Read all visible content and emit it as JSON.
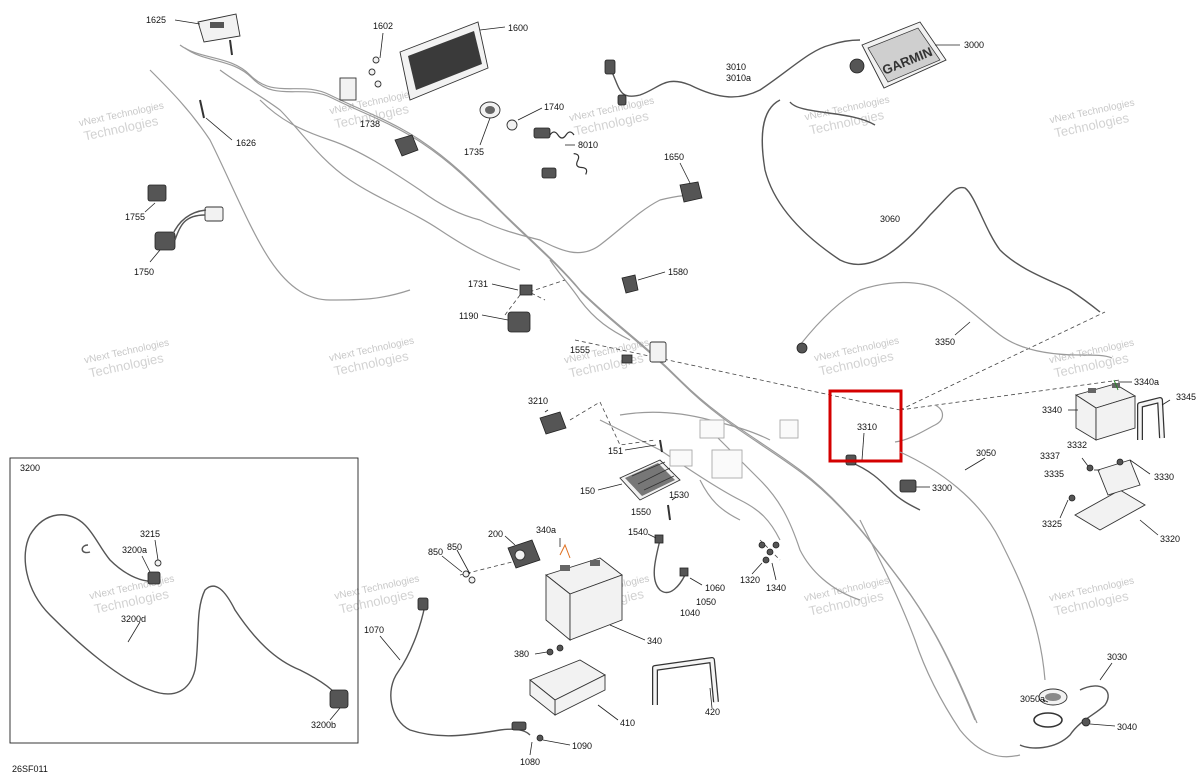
{
  "figure_code": "26SF011",
  "watermark": {
    "line1": "vNext Technologies",
    "line2": "Technologies"
  },
  "brand_text": "GARMIN",
  "inset_label": "3200",
  "highlight_color": "#d40000",
  "accent_color": "#e07020",
  "callouts": [
    {
      "id": "c1625",
      "text": "1625"
    },
    {
      "id": "c1602",
      "text": "1602"
    },
    {
      "id": "c1600",
      "text": "1600"
    },
    {
      "id": "c3010",
      "text": "3010"
    },
    {
      "id": "c3010a",
      "text": "3010a"
    },
    {
      "id": "c3000",
      "text": "3000"
    },
    {
      "id": "c1626",
      "text": "1626"
    },
    {
      "id": "c1738",
      "text": "1738"
    },
    {
      "id": "c1740",
      "text": "1740"
    },
    {
      "id": "c1735",
      "text": "1735"
    },
    {
      "id": "c8010",
      "text": "8010"
    },
    {
      "id": "c1650",
      "text": "1650"
    },
    {
      "id": "c1755",
      "text": "1755"
    },
    {
      "id": "c1750",
      "text": "1750"
    },
    {
      "id": "c3060",
      "text": "3060"
    },
    {
      "id": "c1580",
      "text": "1580"
    },
    {
      "id": "c1731",
      "text": "1731"
    },
    {
      "id": "c1190",
      "text": "1190"
    },
    {
      "id": "c3350",
      "text": "3350"
    },
    {
      "id": "c1555",
      "text": "1555"
    },
    {
      "id": "c3340a",
      "text": "3340a"
    },
    {
      "id": "c3345",
      "text": "3345"
    },
    {
      "id": "c3340",
      "text": "3340"
    },
    {
      "id": "c3210",
      "text": "3210"
    },
    {
      "id": "c3310",
      "text": "3310"
    },
    {
      "id": "c3332",
      "text": "3332"
    },
    {
      "id": "c3337",
      "text": "3337"
    },
    {
      "id": "c3330",
      "text": "3330"
    },
    {
      "id": "c3335",
      "text": "3335"
    },
    {
      "id": "c151",
      "text": "151"
    },
    {
      "id": "c3050",
      "text": "3050"
    },
    {
      "id": "c3300",
      "text": "3300"
    },
    {
      "id": "c150",
      "text": "150"
    },
    {
      "id": "c1530",
      "text": "1530"
    },
    {
      "id": "c3325",
      "text": "3325"
    },
    {
      "id": "c1550",
      "text": "1550"
    },
    {
      "id": "c3320",
      "text": "3320"
    },
    {
      "id": "c1540",
      "text": "1540"
    },
    {
      "id": "c200",
      "text": "200"
    },
    {
      "id": "c340a",
      "text": "340a"
    },
    {
      "id": "c3215",
      "text": "3215"
    },
    {
      "id": "c3200a",
      "text": "3200a"
    },
    {
      "id": "c850a",
      "text": "850"
    },
    {
      "id": "c850b",
      "text": "850"
    },
    {
      "id": "c1320",
      "text": "1320"
    },
    {
      "id": "c1340",
      "text": "1340"
    },
    {
      "id": "c1060",
      "text": "1060"
    },
    {
      "id": "c1050",
      "text": "1050"
    },
    {
      "id": "c1040",
      "text": "1040"
    },
    {
      "id": "c340",
      "text": "340"
    },
    {
      "id": "c3200d",
      "text": "3200d"
    },
    {
      "id": "c1070",
      "text": "1070"
    },
    {
      "id": "c380",
      "text": "380"
    },
    {
      "id": "c3030",
      "text": "3030"
    },
    {
      "id": "c3050a",
      "text": "3050a"
    },
    {
      "id": "c410",
      "text": "410"
    },
    {
      "id": "c420",
      "text": "420"
    },
    {
      "id": "c3040",
      "text": "3040"
    },
    {
      "id": "c3200b",
      "text": "3200b"
    },
    {
      "id": "c1090",
      "text": "1090"
    },
    {
      "id": "c1080",
      "text": "1080"
    }
  ]
}
